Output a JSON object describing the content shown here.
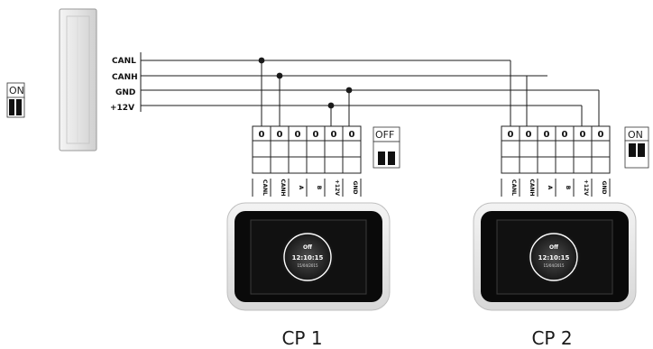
{
  "colors": {
    "wire": "#1a1a1a",
    "screen": "#0a0a0a",
    "bezel": "#e6e6e6",
    "dip_fill": "#111111"
  },
  "bus": {
    "labels": [
      "CANL",
      "CANH",
      "GND",
      "+12V"
    ]
  },
  "dip_switches": {
    "left": "ON",
    "cp1": "OFF",
    "cp2": "ON"
  },
  "terminal_block": {
    "top_labels": [
      "0",
      "0",
      "0",
      "0",
      "0",
      "0"
    ],
    "pin_labels": [
      "CANL",
      "CANH",
      "A",
      "B",
      "+12V",
      "GND"
    ]
  },
  "panels": [
    {
      "title": "CP 1",
      "screen": {
        "state": "Off",
        "time": "12:10:15",
        "date": "15/04/2015"
      }
    },
    {
      "title": "CP 2",
      "screen": {
        "state": "Off",
        "time": "12:10:15",
        "date": "15/04/2015"
      }
    }
  ]
}
